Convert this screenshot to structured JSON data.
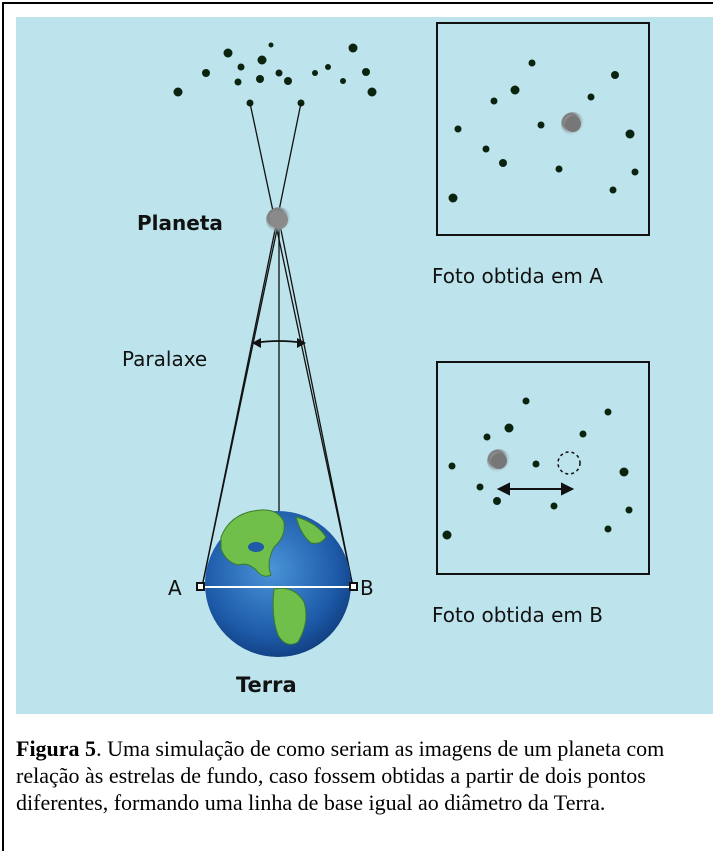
{
  "figure": {
    "background": "#bde4ec",
    "labels": {
      "planet": "Planeta",
      "parallax": "Paralaxe",
      "point_a": "A",
      "point_b": "B",
      "earth": "Terra",
      "photo_a_caption": "Foto obtida em A",
      "photo_b_caption": "Foto obtida em B"
    },
    "icons": [
      "planet-dot",
      "earth-globe",
      "star-dot",
      "observer-marker",
      "arrow-double-icon",
      "dashed-circle-icon"
    ]
  },
  "caption": {
    "label": "Figura 5",
    "text": ". Uma simulação de como seriam as imagens de um planeta com relação às estrelas de fundo, caso fossem obtidas a partir de dois pontos diferentes, formando uma linha de base igual ao diâmetro da Terra."
  }
}
